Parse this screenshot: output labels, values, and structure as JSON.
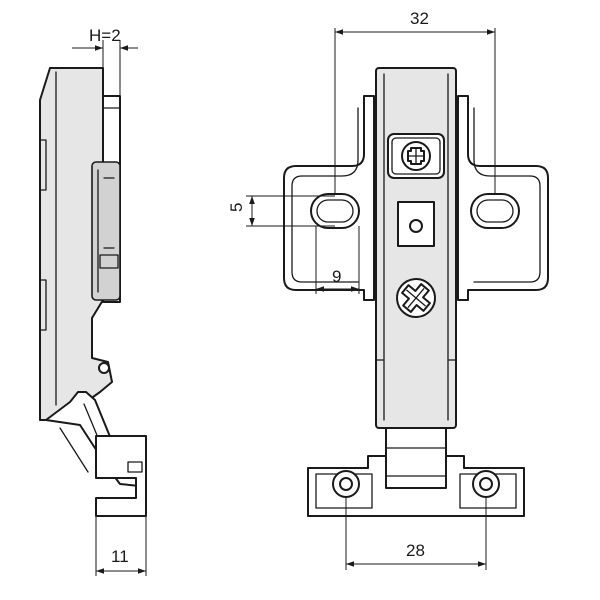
{
  "dimensions": {
    "h_label": "H=2",
    "width_32": "32",
    "height_5": "5",
    "offset_9": "9",
    "width_28": "28",
    "width_11": "11"
  },
  "colors": {
    "line": "#1a1a1a",
    "body_fill": "#e6e6e6",
    "background": "#ffffff"
  },
  "icons": {
    "front_screw": "phillips-screw-icon",
    "rotated_screw": "phillips-screw-icon"
  }
}
